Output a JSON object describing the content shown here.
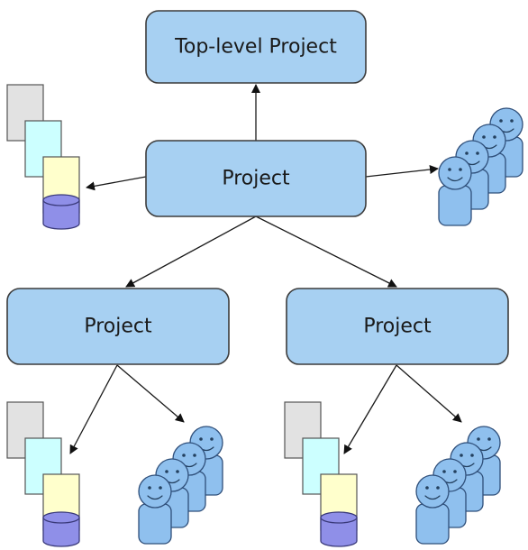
{
  "nodes": {
    "top": {
      "label": "Top-level Project"
    },
    "project": {
      "label": "Project"
    },
    "child_left": {
      "label": "Project"
    },
    "child_right": {
      "label": "Project"
    }
  },
  "colors": {
    "node_fill": "#a7d0f2",
    "doc_gray": "#e2e2e2",
    "doc_cyan": "#ccffff",
    "doc_yellow": "#ffffcc",
    "database": "#8f8fe8",
    "person": "#8fc0ee"
  },
  "icons": {
    "document_stack": "document-stack-icon",
    "database": "database-icon",
    "people_group": "people-group-icon"
  }
}
